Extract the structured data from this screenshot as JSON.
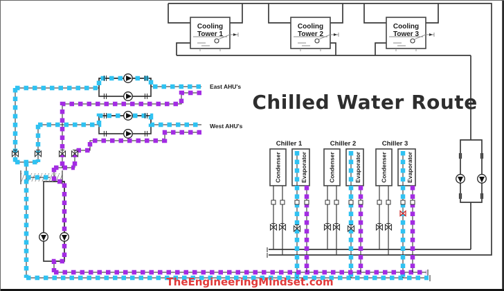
{
  "diagram": {
    "title": "Chilled Water Route",
    "watermark": "TheEngineeringMindset.com",
    "towers": [
      {
        "line1": "Cooling",
        "line2": "Tower 1"
      },
      {
        "line1": "Cooling",
        "line2": "Tower 2"
      },
      {
        "line1": "Cooling",
        "line2": "Tower 3"
      }
    ],
    "chillers": [
      {
        "name": "Chiller 1",
        "condenser": "Condenser",
        "evaporator": "Evaporator"
      },
      {
        "name": "Chiller 2",
        "condenser": "Condenser",
        "evaporator": "Evaporator"
      },
      {
        "name": "Chiller 3",
        "condenser": "Condenser",
        "evaporator": "Evaporator"
      }
    ],
    "ahu_labels": {
      "east": "East AHU's",
      "west": "West AHU's"
    }
  },
  "colors": {
    "chilled_supply": "#2FC2F2",
    "chilled_return": "#A32CE3",
    "pipe": "#3A3A3A",
    "watermark_red": "#E23B3B"
  }
}
